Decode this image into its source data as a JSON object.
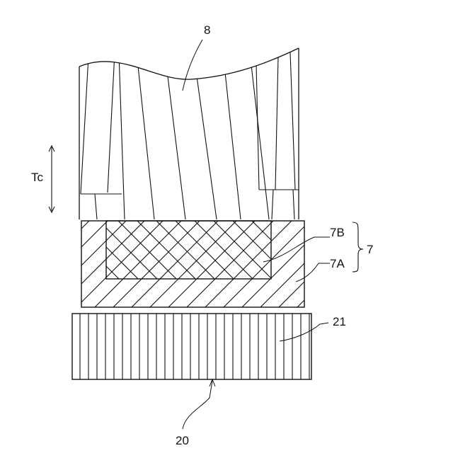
{
  "labels": {
    "fiber_layer": "8",
    "layer_b": "7B",
    "layer_group": "7",
    "layer_a": "7A",
    "thickness": "Tc",
    "substrate": "21",
    "assembly": "20"
  },
  "colors": {
    "line": "#111111",
    "background": "#ffffff"
  },
  "icons": {
    "thickness_arrow": "double-headed-vertical-arrow",
    "group_brace": "right-curly-brace"
  }
}
